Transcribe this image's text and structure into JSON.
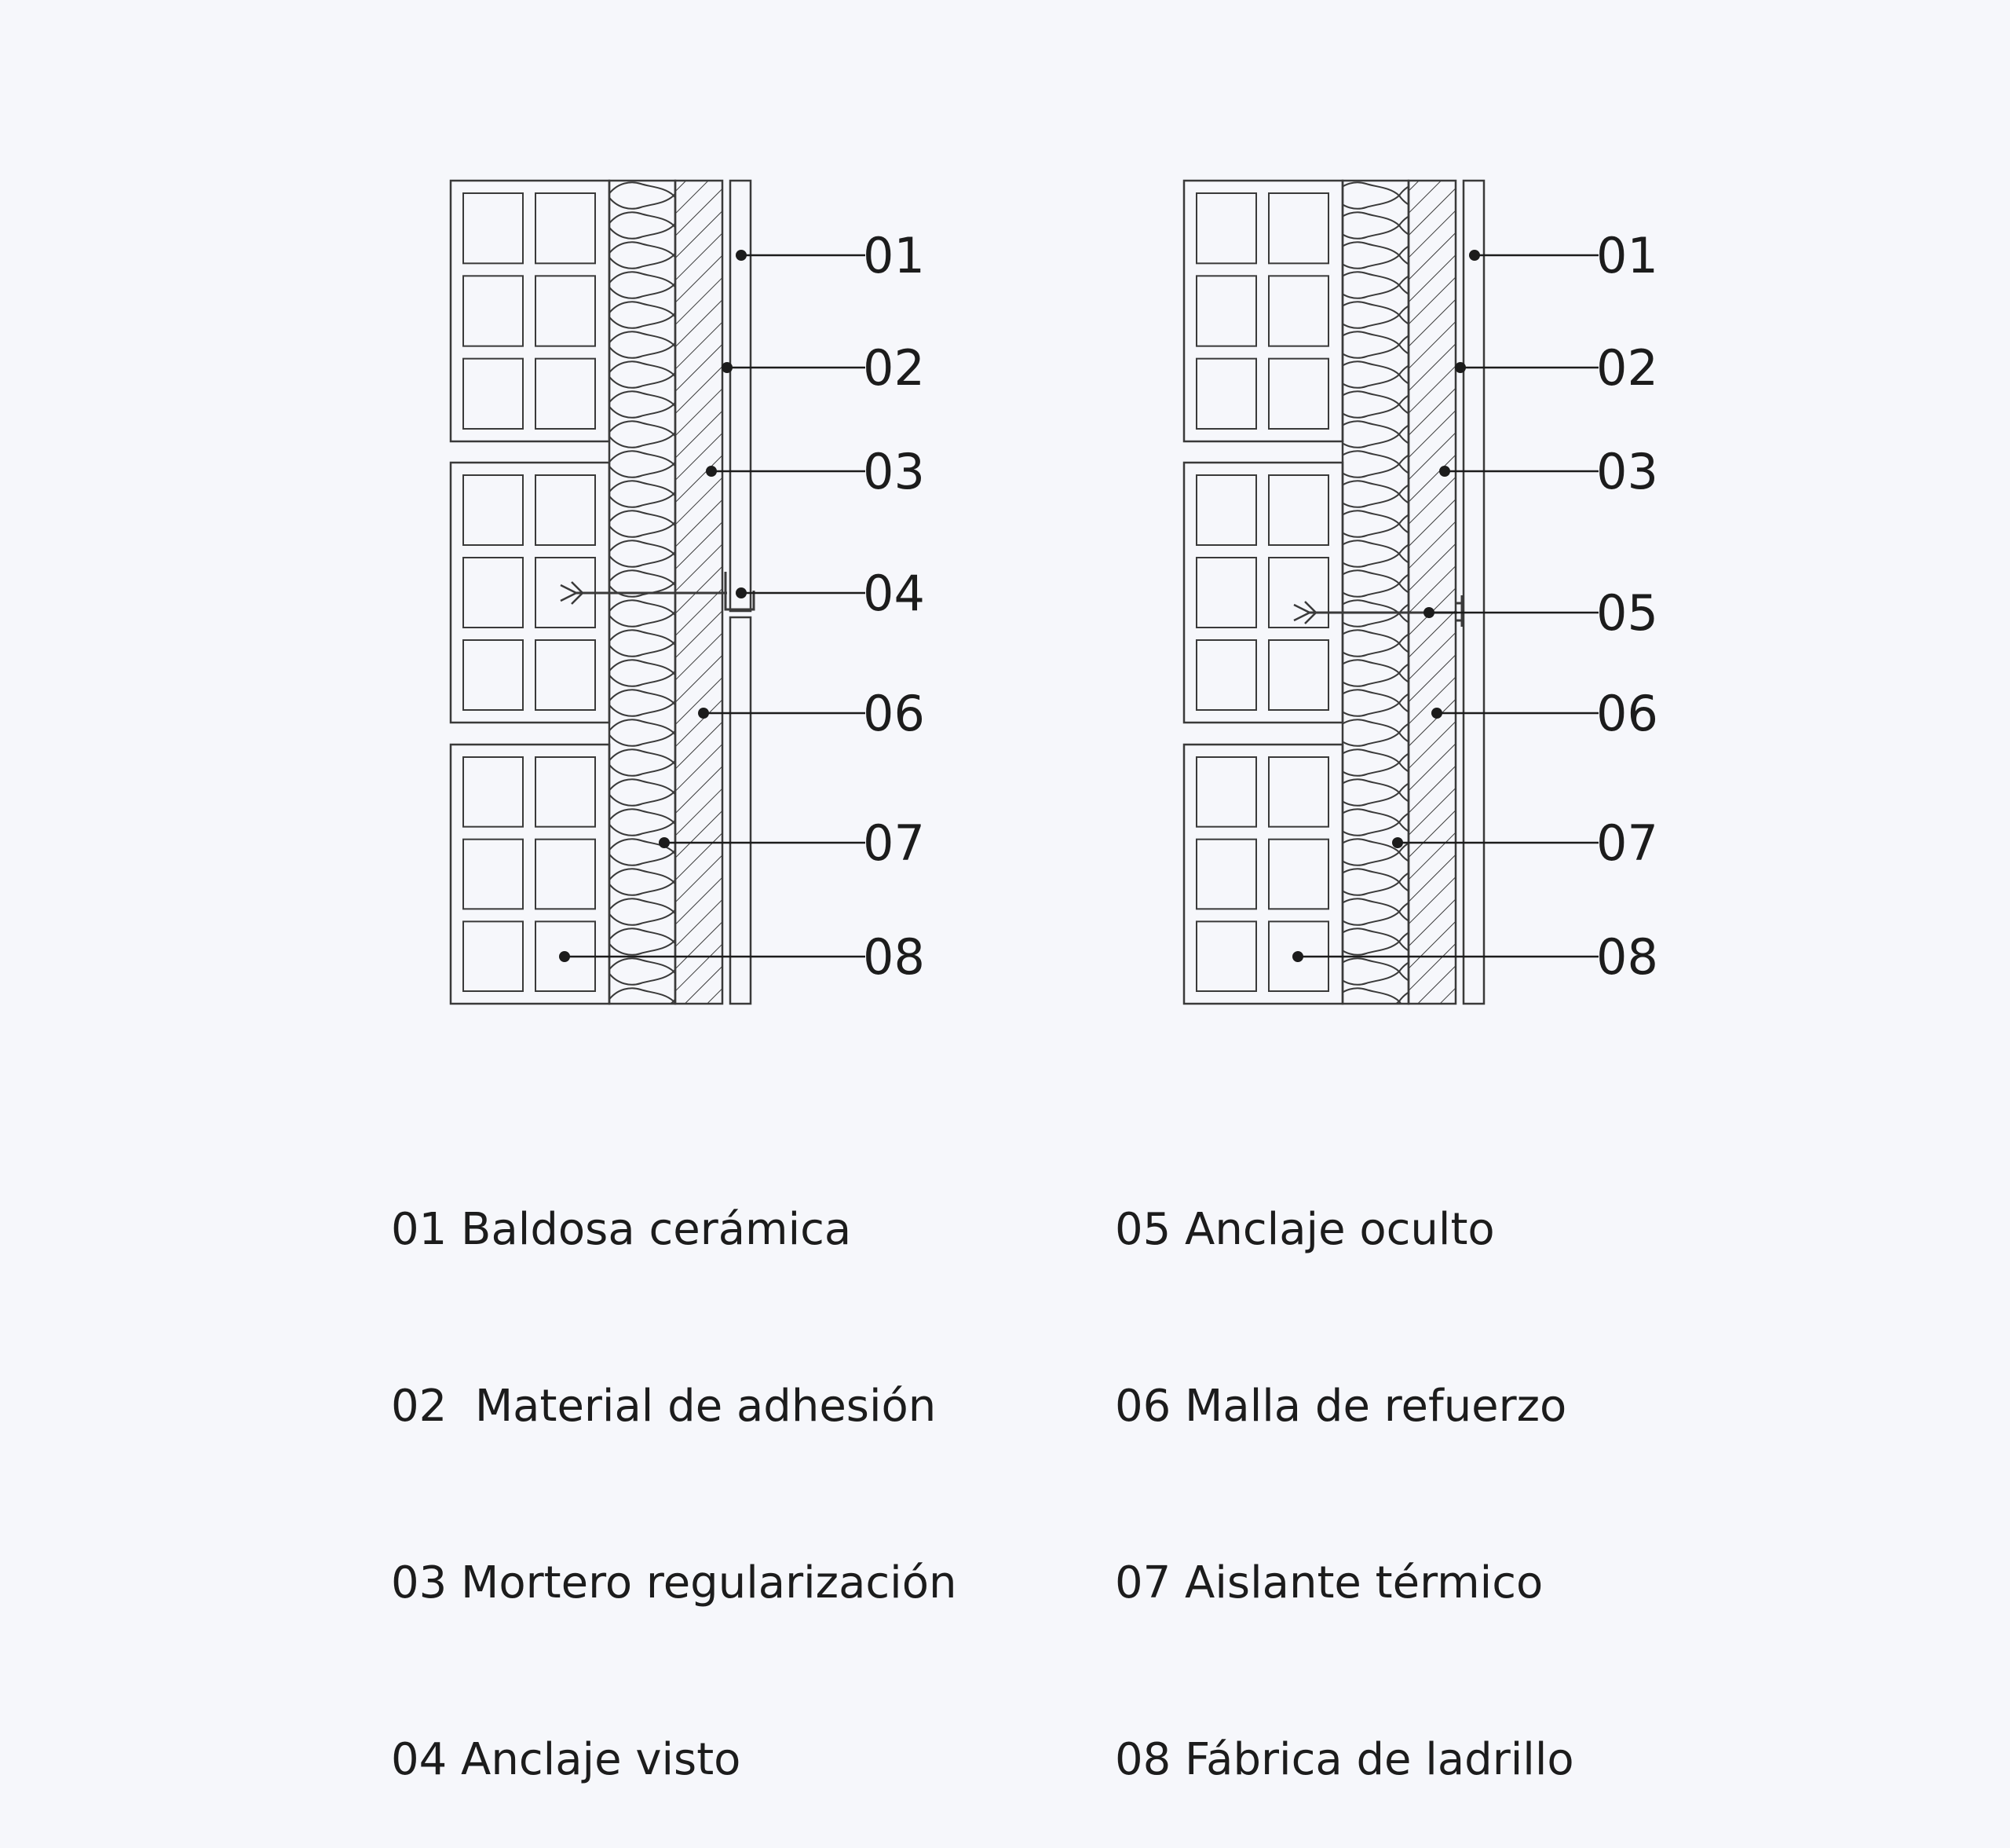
{
  "diagrams": [
    {
      "id": "visible-anchor",
      "callouts": [
        "01",
        "02",
        "03",
        "04",
        "06",
        "07",
        "08"
      ]
    },
    {
      "id": "hidden-anchor",
      "callouts": [
        "01",
        "02",
        "03",
        "05",
        "06",
        "07",
        "08"
      ]
    }
  ],
  "legend": {
    "left": [
      "01 Baldosa cerámica",
      "02  Material de adhesión",
      "03 Mortero regularización",
      "04 Anclaje visto"
    ],
    "right": [
      "05 Anclaje oculto",
      "06 Malla de refuerzo",
      "07 Aislante térmico",
      "08 Fábrica de ladrillo"
    ]
  },
  "colors": {
    "background": "#f6f7fb",
    "line": "#3a3a3a",
    "text": "#1c1c1c"
  }
}
